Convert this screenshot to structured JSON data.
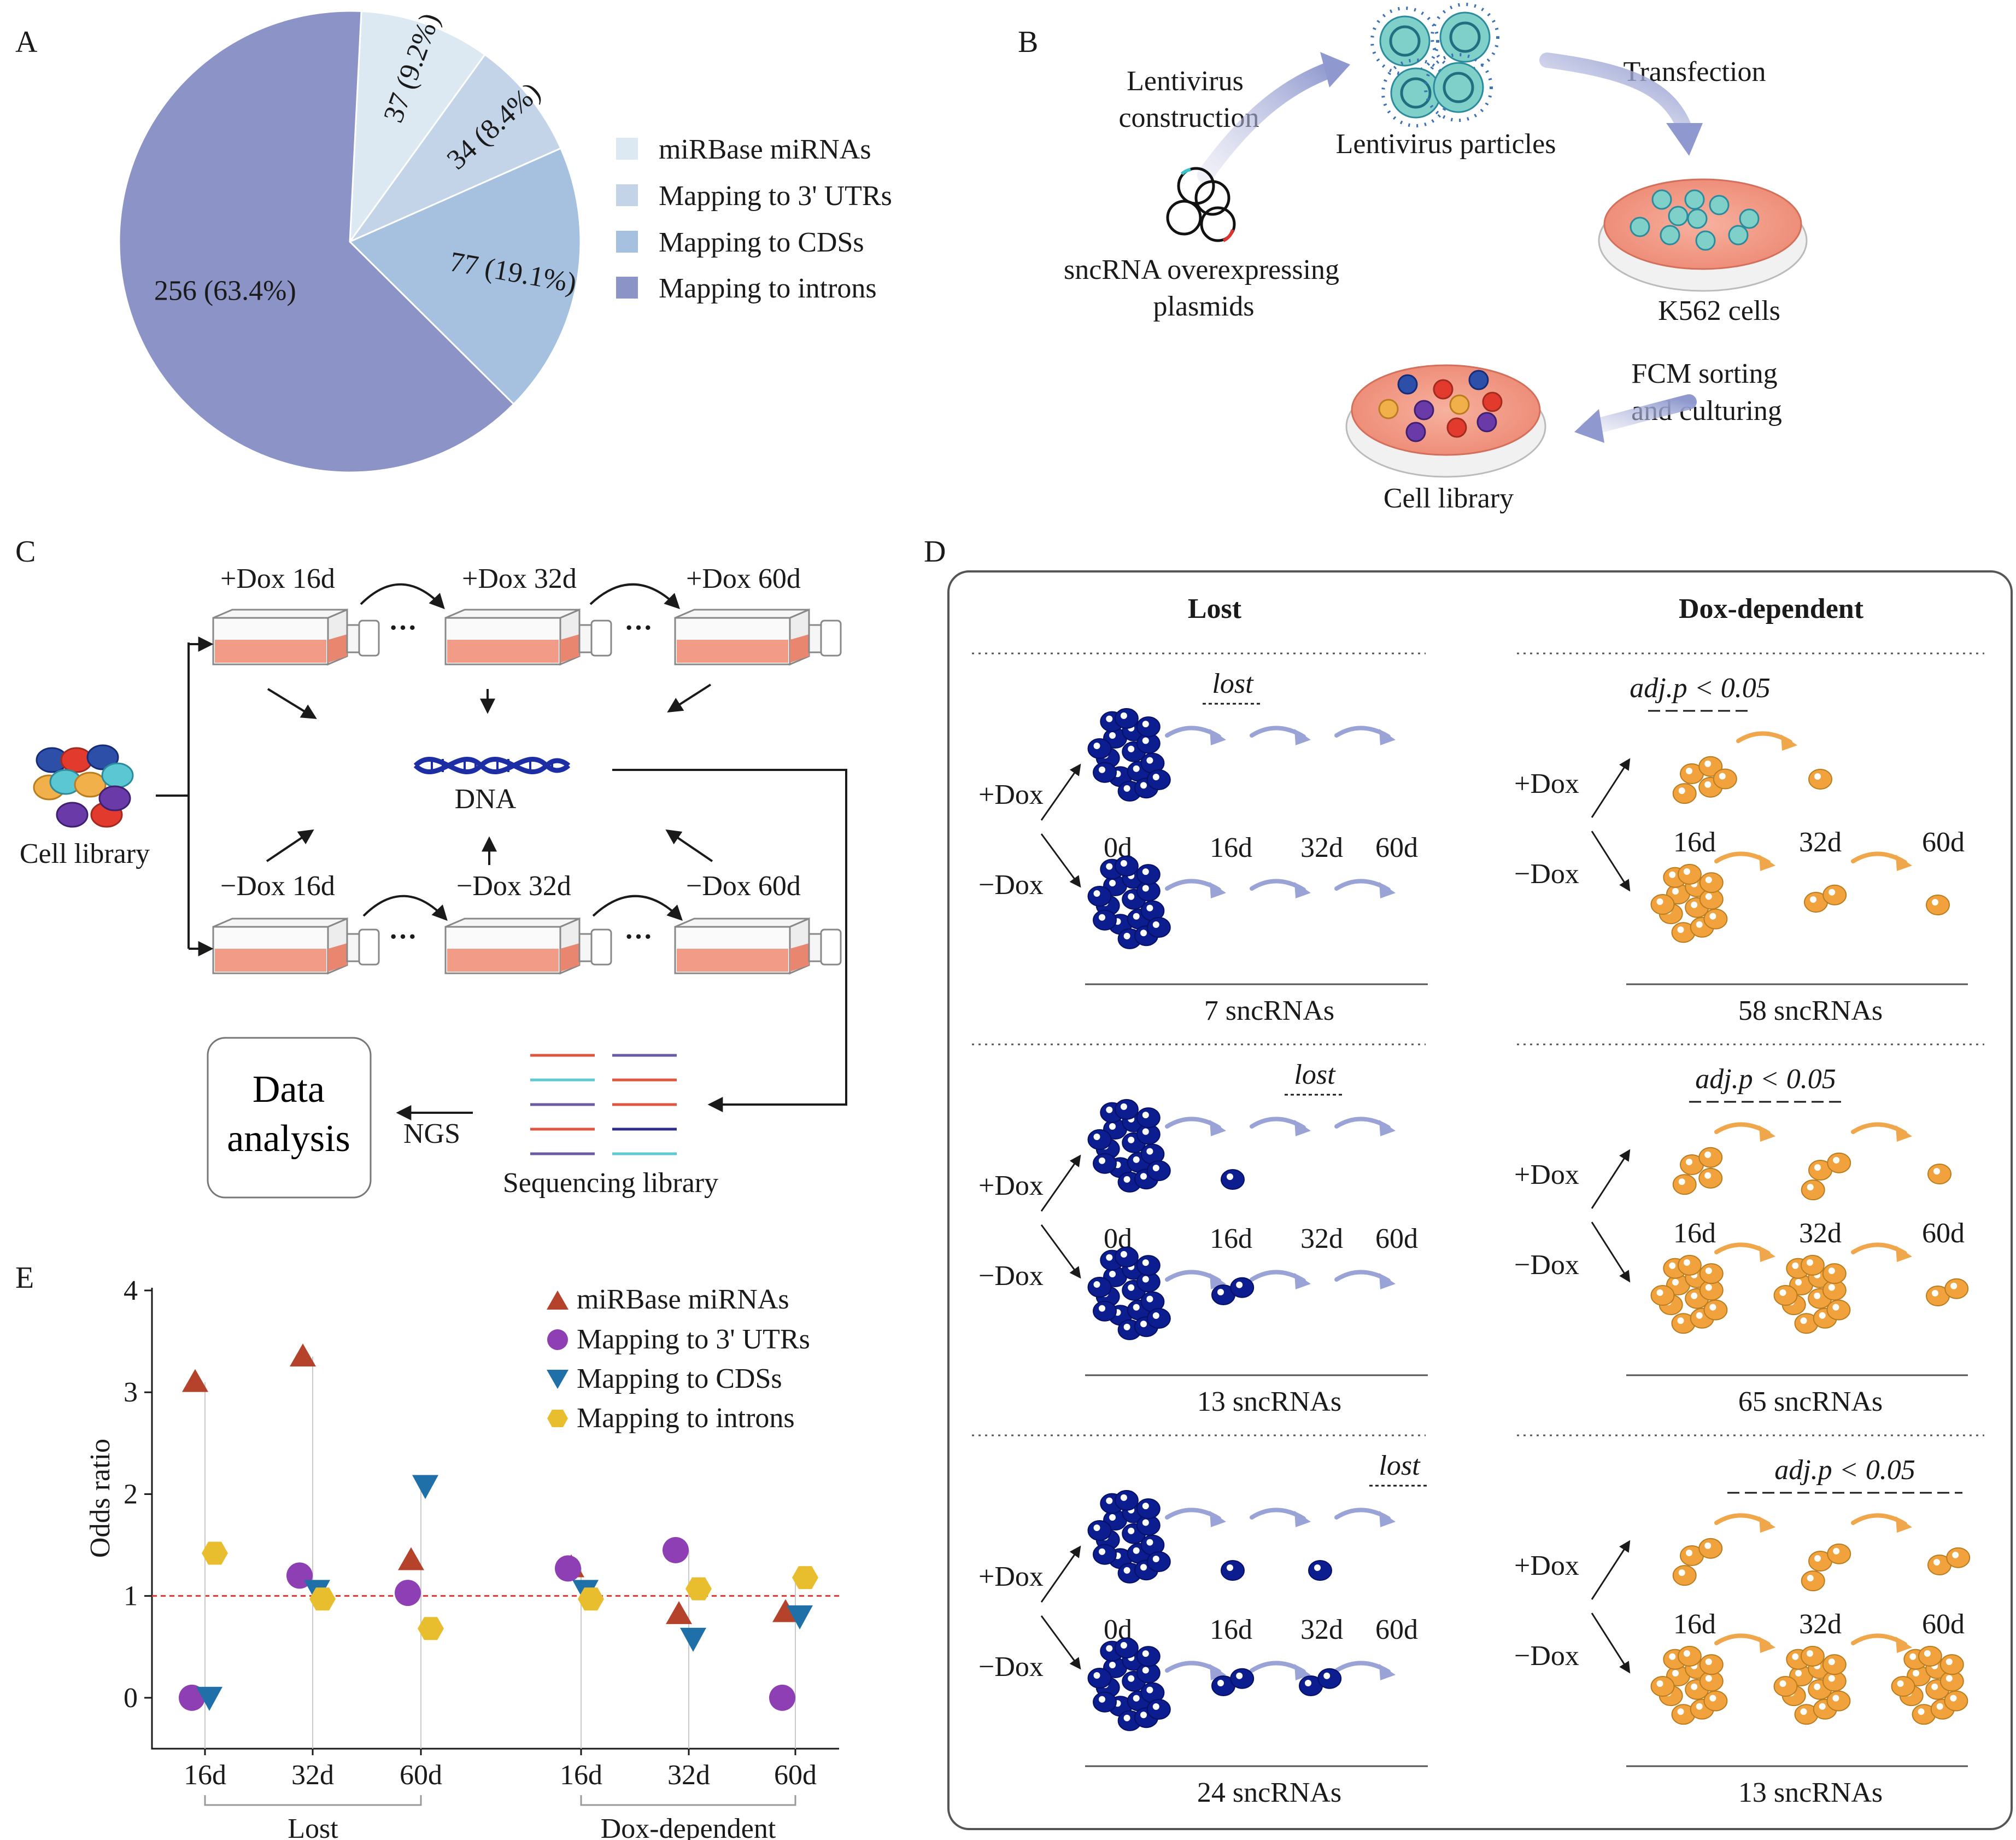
{
  "panels": {
    "a": "A",
    "b": "B",
    "c": "C",
    "d": "D",
    "e": "E"
  },
  "colors": {
    "mirbase": "#dce8f2",
    "utr3": "#c3d4e8",
    "cds": "#a6c0df",
    "introns": "#8b93c7",
    "cell_blue": "#0b1d8f",
    "cell_orange": "#f2a23c",
    "flask_fill": "#f29b86",
    "triangle": "#b5432b",
    "circle": "#8e3fb3",
    "down_triangle": "#1f6fa8",
    "hexagon": "#e8be2e",
    "ref_line": "#e0362e"
  },
  "panel_a": {
    "chart_data": {
      "type": "pie",
      "slices": [
        {
          "name": "miRBase miRNAs",
          "value": 37,
          "percent": 9.2,
          "label": "37 (9.2%)"
        },
        {
          "name": "Mapping to 3' UTRs",
          "value": 34,
          "percent": 8.4,
          "label": "34 (8.4%)"
        },
        {
          "name": "Mapping to CDSs",
          "value": 77,
          "percent": 19.1,
          "label": "77 (19.1%)"
        },
        {
          "name": "Mapping to introns",
          "value": 256,
          "percent": 63.4,
          "label": "256 (63.4%)"
        }
      ]
    },
    "legend": [
      "miRBase miRNAs",
      "Mapping to 3' UTRs",
      "Mapping to CDSs",
      "Mapping to introns"
    ]
  },
  "panel_b": {
    "lentivirus_construction": [
      "Lentivirus",
      "construction"
    ],
    "lentivirus_particles": "Lentivirus particles",
    "transfection": "Transfection",
    "plasmids": [
      "sncRNA overexpressing",
      "plasmids"
    ],
    "k562": "K562 cells",
    "fcm": [
      "FCM sorting",
      "and culturing"
    ],
    "cell_library": "Cell library"
  },
  "panel_c": {
    "plus": [
      "+Dox 16d",
      "+Dox 32d",
      "+Dox 60d"
    ],
    "minus": [
      "−Dox 16d",
      "−Dox 32d",
      "−Dox 60d"
    ],
    "ellipsis": "···",
    "dna": "DNA",
    "cell_library": "Cell library",
    "data_analysis": [
      "Data",
      "analysis"
    ],
    "ngs": "NGS",
    "sequencing_library": "Sequencing library"
  },
  "panel_d": {
    "col_lost": "Lost",
    "col_dox": "Dox-dependent",
    "plus_dox": "+Dox",
    "minus_dox": "−Dox",
    "days_lost": [
      "0d",
      "16d",
      "32d",
      "60d"
    ],
    "days_dox": [
      "16d",
      "32d",
      "60d"
    ],
    "lost_tag": "lost",
    "adj_tag": "adj.p < 0.05",
    "lost_counts": [
      "7 sncRNAs",
      "13 sncRNAs",
      "24 sncRNAs"
    ],
    "dox_counts": [
      "58 sncRNAs",
      "65 sncRNAs",
      "13 sncRNAs"
    ]
  },
  "panel_e": {
    "chart_data": {
      "type": "scatter",
      "ylabel": "Odds ratio",
      "ylim": [
        -0.5,
        4
      ],
      "yticks": [
        0,
        1,
        2,
        3,
        4
      ],
      "reference_line": 1,
      "categories": [
        "16d",
        "32d",
        "60d",
        "16d",
        "32d",
        "60d"
      ],
      "groups": [
        {
          "label": "Lost",
          "categories": [
            0,
            1,
            2
          ]
        },
        {
          "label": "Dox-dependent",
          "categories": [
            3,
            4,
            5
          ]
        }
      ],
      "series": [
        {
          "name": "miRBase miRNAs",
          "marker": "triangle",
          "values": [
            3.1,
            3.35,
            1.35,
            1.28,
            0.82,
            0.84
          ]
        },
        {
          "name": "Mapping to 3' UTRs",
          "marker": "circle",
          "values": [
            0,
            1.2,
            1.03,
            1.27,
            1.45,
            0
          ]
        },
        {
          "name": "Mapping to CDSs",
          "marker": "down-triangle",
          "values": [
            0,
            1.05,
            2.08,
            1.05,
            0.58,
            0.8
          ]
        },
        {
          "name": "Mapping to introns",
          "marker": "hexagon",
          "values": [
            1.42,
            0.97,
            0.68,
            0.97,
            1.07,
            1.18
          ]
        }
      ]
    }
  }
}
